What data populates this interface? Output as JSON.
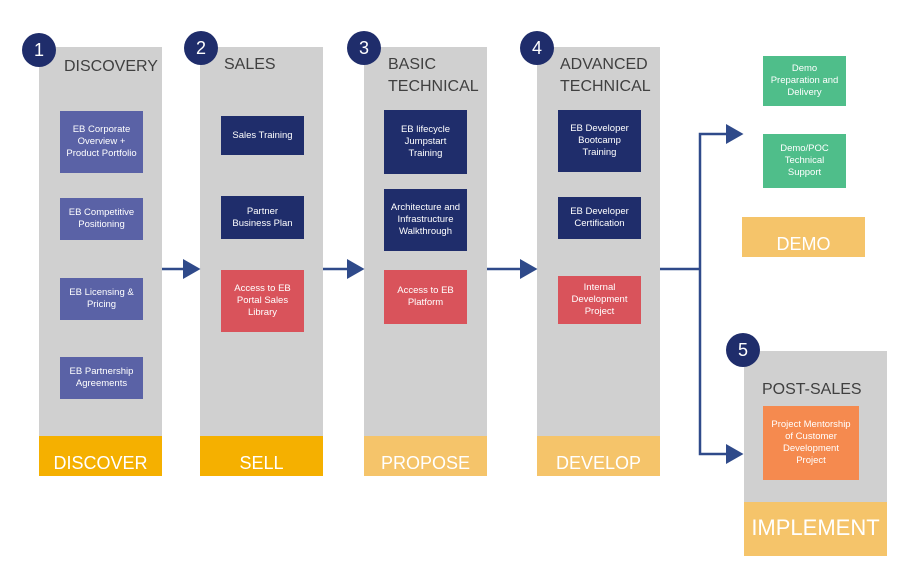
{
  "stages": [
    {
      "num": "1",
      "title": "DISCOVERY",
      "footer": "DISCOVER",
      "items": [
        "EB Corporate Overview + Product Portfolio",
        "EB Competitive Positioning",
        "EB Licensing & Pricing",
        "EB Partnership Agreements"
      ]
    },
    {
      "num": "2",
      "title": "SALES",
      "footer": "SELL",
      "items": [
        "Sales Training",
        "Partner Business Plan",
        "Access to EB Portal Sales Library"
      ]
    },
    {
      "num": "3",
      "title": "BASIC TECHNICAL",
      "footer": "PROPOSE",
      "items": [
        "EB lifecycle Jumpstart Training",
        "Architecture and Infrastructure Walkthrough",
        "Access to EB Platform"
      ]
    },
    {
      "num": "4",
      "title": "ADVANCED TECHNICAL",
      "footer": "DEVELOP",
      "items": [
        "EB Developer Bootcamp Training",
        "EB Developer Certification",
        "Internal Development Project"
      ]
    }
  ],
  "demo": {
    "items": [
      "Demo Preparation and Delivery",
      "Demo/POC Technical Support"
    ],
    "label": "DEMO"
  },
  "post_sales": {
    "num": "5",
    "title": "POST-SALES",
    "item": "Project Mentorship of Customer Development Project",
    "footer": "IMPLEMENT"
  }
}
